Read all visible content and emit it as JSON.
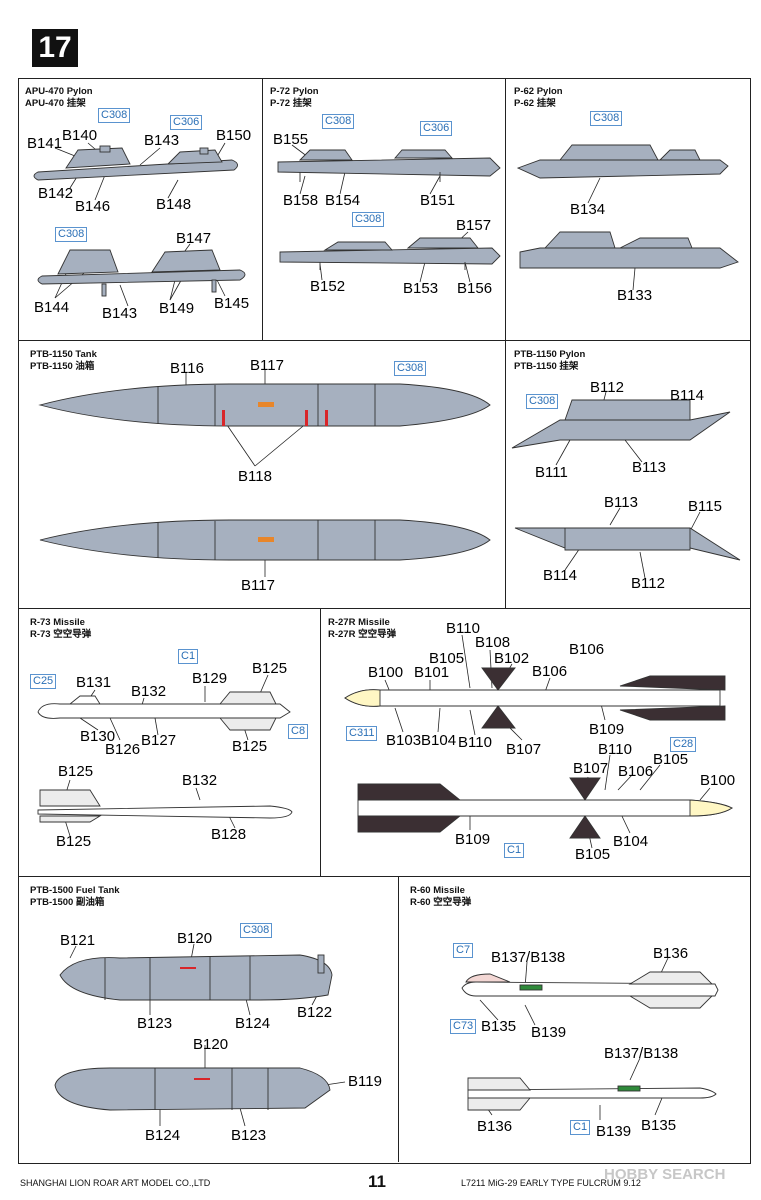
{
  "step_number": "17",
  "panels": {
    "apu470": {
      "title_en": "APU-470 Pylon",
      "title_cn": "APU-470 挂架",
      "refs": [
        "C308",
        "C306",
        "C308"
      ],
      "labels": [
        "B141",
        "B140",
        "B143",
        "B150",
        "B142",
        "B146",
        "B148",
        "B147",
        "B144",
        "B143",
        "B149",
        "B145"
      ]
    },
    "p72": {
      "title_en": "P-72 Pylon",
      "title_cn": "P-72 挂架",
      "refs": [
        "C308",
        "C306",
        "C308"
      ],
      "labels": [
        "B155",
        "B158",
        "B154",
        "B151",
        "B157",
        "B152",
        "B153",
        "B156"
      ]
    },
    "p62": {
      "title_en": "P-62 Pylon",
      "title_cn": "P-62 挂架",
      "refs": [
        "C308"
      ],
      "labels": [
        "B134",
        "B133"
      ]
    },
    "ptb1150tank": {
      "title_en": "PTB-1150 Tank",
      "title_cn": "PTB-1150 油箱",
      "refs": [
        "C308"
      ],
      "labels": [
        "B116",
        "B117",
        "B118",
        "B117"
      ]
    },
    "ptb1150pylon": {
      "title_en": "PTB-1150 Pylon",
      "title_cn": "PTB-1150 挂架",
      "refs": [
        "C308"
      ],
      "labels": [
        "B112",
        "B114",
        "B111",
        "B113",
        "B113",
        "B115",
        "B114",
        "B112"
      ]
    },
    "r73": {
      "title_en": "R-73 Missile",
      "title_cn": "R-73 空空导弹",
      "refs": [
        "C1",
        "C25",
        "C8"
      ],
      "labels": [
        "B125",
        "B131",
        "B132",
        "B129",
        "B130",
        "B126",
        "B127",
        "B125",
        "B125",
        "B132",
        "B128",
        "B125"
      ]
    },
    "r27r": {
      "title_en": "R-27R Missile",
      "title_cn": "R-27R 空空导弹",
      "refs": [
        "C311",
        "C28",
        "C1"
      ],
      "labels": [
        "B110",
        "B108",
        "B105",
        "B102",
        "B106",
        "B100",
        "B101",
        "B106",
        "B103",
        "B104",
        "B110",
        "B107",
        "B109",
        "B110",
        "B107",
        "B106",
        "B105",
        "B100",
        "B109",
        "B104",
        "B105"
      ]
    },
    "ptb1500": {
      "title_en": "PTB-1500  Fuel Tank",
      "title_cn": "PTB-1500 副油箱",
      "refs": [
        "C308"
      ],
      "labels": [
        "B121",
        "B120",
        "B123",
        "B124",
        "B122",
        "B120",
        "B119",
        "B124",
        "B123"
      ]
    },
    "r60": {
      "title_en": "R-60 Missile",
      "title_cn": "R-60 空空导弹",
      "refs": [
        "C7",
        "C73",
        "C1"
      ],
      "labels": [
        "B137/B138",
        "B136",
        "B135",
        "B139",
        "B137/B138",
        "B136",
        "B139",
        "B135"
      ]
    }
  },
  "footer": {
    "company": "SHANGHAI LION ROAR ART MODEL CO.,LTD",
    "page_number": "11",
    "product": "L7211  MiG-29  EARLY TYPE FULCRUM 9.12",
    "watermark": "HOBBY SEARCH"
  },
  "colors": {
    "part_gray": "#a6b0bf",
    "outline": "#333333",
    "red_mark": "#d8262a",
    "orange_mark": "#e8862a",
    "ref_blue": "#2a6fb6",
    "dark_fin": "#3b2f33",
    "green_mark": "#2f8a3a"
  }
}
